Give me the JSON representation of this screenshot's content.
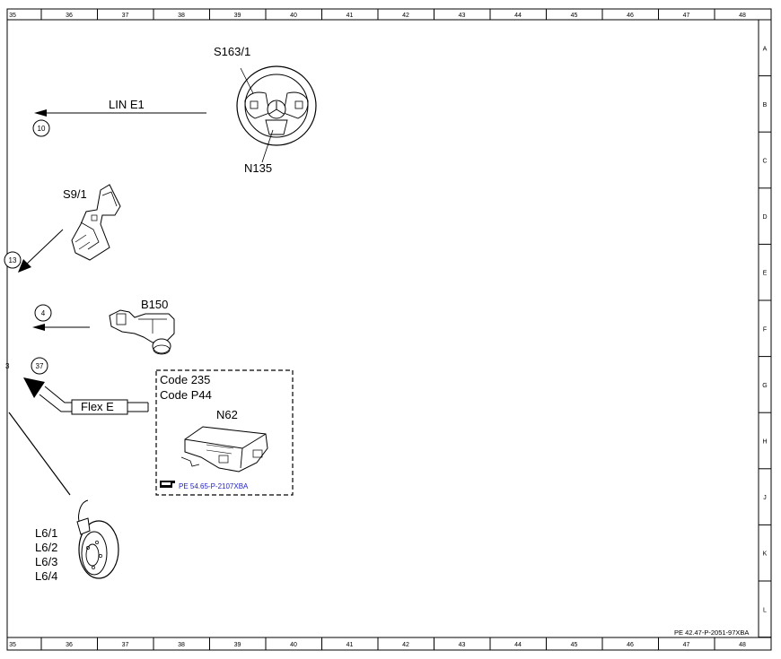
{
  "grid": {
    "columns": [
      "35",
      "36",
      "37",
      "38",
      "39",
      "40",
      "41",
      "42",
      "43",
      "44",
      "45",
      "46",
      "47",
      "48"
    ],
    "rows": [
      "A",
      "B",
      "C",
      "D",
      "E",
      "F",
      "G",
      "H",
      "J",
      "K",
      "L"
    ]
  },
  "components": {
    "steering_switch": "S163/1",
    "steering_module": "N135",
    "lin_bus": "LIN E1",
    "ignition_switch": "S9/1",
    "sensor": "B150",
    "code_a": "Code 235",
    "code_b": "Code P44",
    "control_unit": "N62",
    "flex_bus": "Flex E",
    "pe_reference": "PE 54.65-P-2107XBA",
    "wheel_sensors": [
      "L6/1",
      "L6/2",
      "L6/3",
      "L6/4"
    ]
  },
  "connectors": {
    "c10": "10",
    "c13": "13",
    "c4": "4",
    "c37": "37",
    "partial_left": "3"
  },
  "footer_ref": "PE 42.47-P-2051-97XBA",
  "colors": {
    "link": "#1f1fbf",
    "line": "#000000"
  }
}
